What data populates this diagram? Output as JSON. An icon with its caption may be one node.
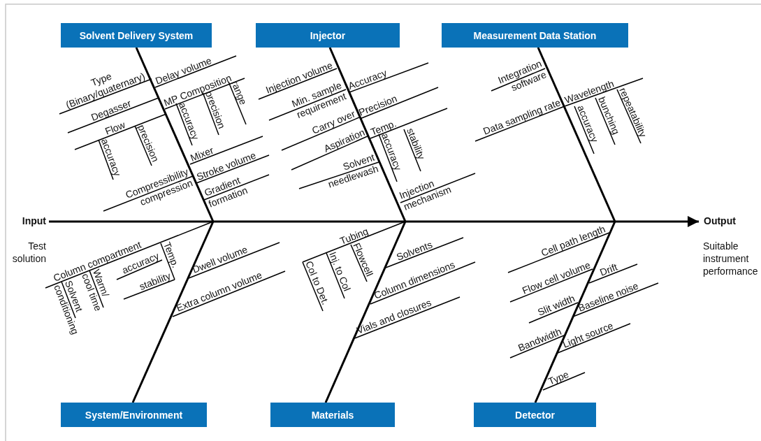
{
  "diagram": {
    "nodes": [
      {
        "text": [
          "Solvent Delivery System"
        ]
      },
      {
        "text": [
          "Injector"
        ]
      },
      {
        "text": [
          "Measurement Data Station"
        ]
      },
      {
        "text": [
          "Input"
        ],
        "beside": [
          "Test solution"
        ]
      },
      {
        "text": [
          "Output"
        ],
        "beside": [
          "Suitable instrument performance"
        ]
      },
      {
        "text": [
          "System/Environment"
        ]
      },
      {
        "text": [
          "Materials"
        ]
      },
      {
        "text": [
          "Detector"
        ]
      }
    ],
    "edges": [
      {
        "from": 3,
        "to": 4,
        "arrow": "to"
      },
      {
        "from": 0,
        "to": null,
        "arrow": "none"
      },
      {
        "from": 1,
        "to": null,
        "arrow": "none"
      },
      {
        "from": 2,
        "to": null,
        "arrow": "none"
      },
      {
        "from": 5,
        "to": null,
        "arrow": "none"
      },
      {
        "from": 6,
        "to": null,
        "arrow": "none"
      },
      {
        "from": 7,
        "to": null,
        "arrow": "none"
      }
    ],
    "labels": [
      "Type (Binary/quaternary)",
      "Delay volume",
      "Degasser",
      "MP Composition",
      "Flow",
      "accuracy",
      "precision",
      "accuracy",
      "precision",
      "range",
      "Mixer",
      "Compressibility compression",
      "Stroke volume",
      "Gradient formation",
      "Injection volume",
      "Accuracy",
      "Min. sample requirement",
      "Precision",
      "Carry over",
      "Aspiration",
      "Temp.",
      "Solvent needlewash",
      "accuracy",
      "stability",
      "Injection mechanism",
      "Integration software",
      "Data sampling rate",
      "Wavelength",
      "accuracy",
      "bunching",
      "repeatability",
      "Column compartment",
      "accuracy",
      "Temp.",
      "stability",
      "Solvent conditioning",
      "Warm/ cool time",
      "Dwell volume",
      "Extra column volume",
      "Tubing",
      "Col to Det.",
      "Inj. to Col",
      "Flowcell",
      "Solvents",
      "Column dimensions",
      "Vials and closures",
      "Cell path length",
      "Flow cell volume",
      "Drift",
      "Slit width",
      "Baseline noise",
      "Bandwidth",
      "Light source",
      "Type"
    ]
  }
}
